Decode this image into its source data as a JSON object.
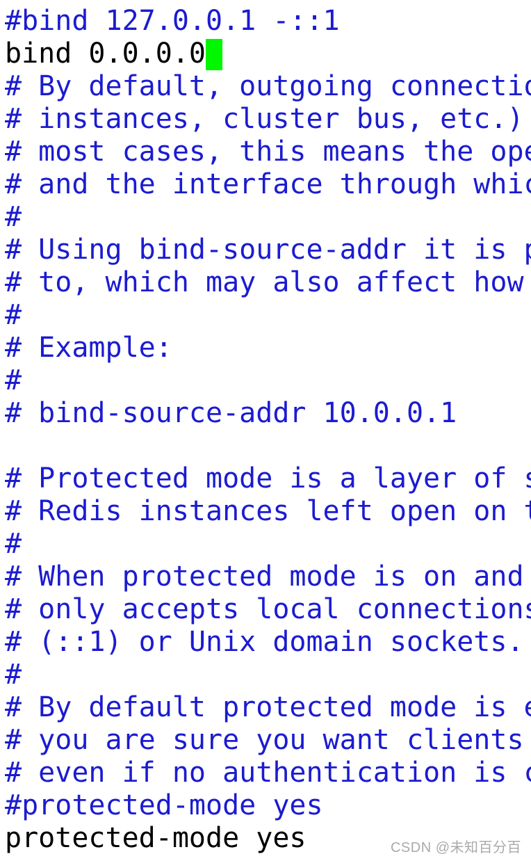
{
  "editor": {
    "description": "redis.conf open in a terminal text editor, comments highlighted blue, active settings black, block cursor after edited bind line",
    "colors": {
      "background": "#ffffff",
      "comment": "#1b1bd1",
      "code": "#000000",
      "cursor": "#00f700",
      "watermark": "#aaaaaa"
    },
    "lines": [
      {
        "type": "comment",
        "text": "#bind 127.0.0.1 -::1"
      },
      {
        "type": "code",
        "text": "bind 0.0.0.0",
        "cursor": true
      },
      {
        "type": "comment",
        "text": "# By default, outgoing connectio"
      },
      {
        "type": "comment",
        "text": "# instances, cluster bus, etc.) "
      },
      {
        "type": "comment",
        "text": "# most cases, this means the ope"
      },
      {
        "type": "comment",
        "text": "# and the interface through whic"
      },
      {
        "type": "comment",
        "text": "#"
      },
      {
        "type": "comment",
        "text": "# Using bind-source-addr it is p"
      },
      {
        "type": "comment",
        "text": "# to, which may also affect how "
      },
      {
        "type": "comment",
        "text": "#"
      },
      {
        "type": "comment",
        "text": "# Example:"
      },
      {
        "type": "comment",
        "text": "#"
      },
      {
        "type": "comment",
        "text": "# bind-source-addr 10.0.0.1"
      },
      {
        "type": "blank",
        "text": ""
      },
      {
        "type": "comment",
        "text": "# Protected mode is a layer of s"
      },
      {
        "type": "comment",
        "text": "# Redis instances left open on t"
      },
      {
        "type": "comment",
        "text": "#"
      },
      {
        "type": "comment",
        "text": "# When protected mode is on and "
      },
      {
        "type": "comment",
        "text": "# only accepts local connections"
      },
      {
        "type": "comment",
        "text": "# (::1) or Unix domain sockets. "
      },
      {
        "type": "comment",
        "text": "#"
      },
      {
        "type": "comment",
        "text": "# By default protected mode is e"
      },
      {
        "type": "comment",
        "text": "# you are sure you want clients "
      },
      {
        "type": "comment",
        "text": "# even if no authentication is c"
      },
      {
        "type": "comment",
        "text": "#protected-mode yes"
      },
      {
        "type": "code",
        "text": "protected-mode yes"
      }
    ]
  },
  "watermark": {
    "text": "CSDN @未知百分百"
  }
}
